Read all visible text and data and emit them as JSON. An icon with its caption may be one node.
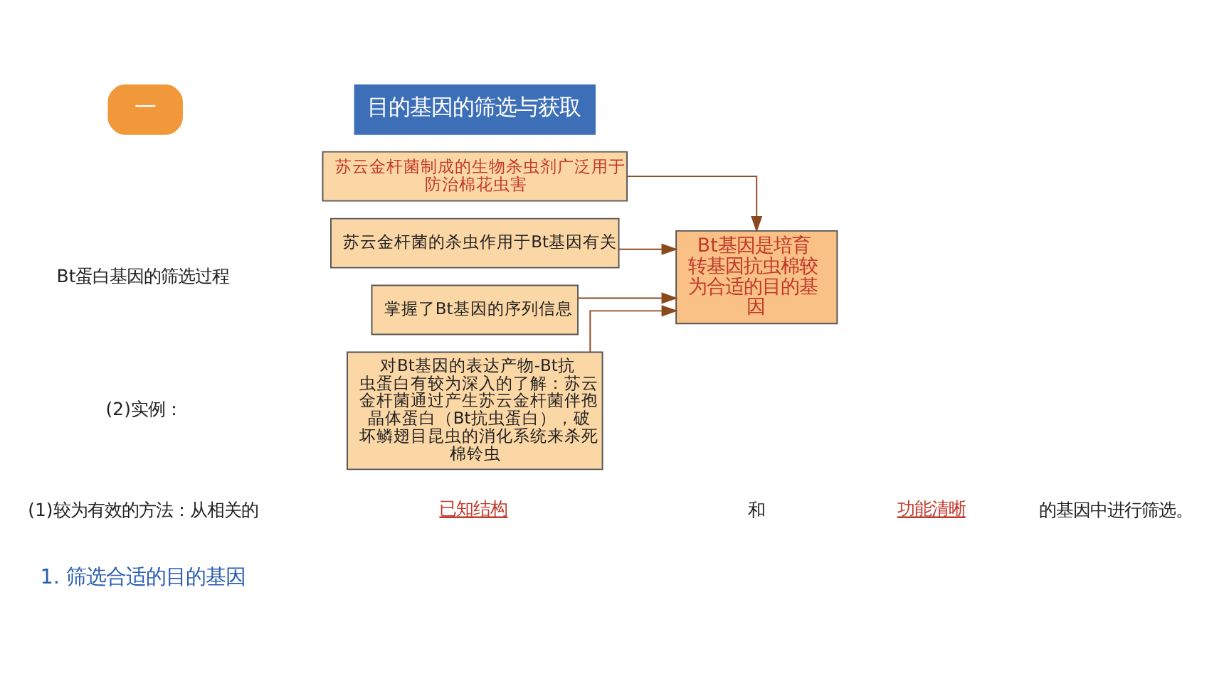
{
  "diagram": {
    "nodes": [
      {
        "text": [
          "一"
        ]
      },
      {
        "text": [
          "目的基因的筛选与获取"
        ]
      },
      {
        "text": [
          "苏云金杆菌制成的生物杀虫剂广泛用于防治棉花虫害"
        ]
      },
      {
        "text": [
          "苏云金杆菌的杀虫作用于Bt基因有关"
        ]
      },
      {
        "text": [
          "掌握了Bt基因的序列信息"
        ]
      },
      {
        "text": [
          "对Bt基因的表达产物-Bt抗虫蛋白有较为深入的了解：苏云金杆菌通过产生苏云金杆菌伴孢晶体蛋白（Bt抗虫蛋白），破坏鳞翅目昆虫的消化系统来杀死棉铃虫"
        ]
      },
      {
        "text": [
          "Bt基因是培育转基因抗虫棉较为合适的目的基因"
        ]
      }
    ],
    "edges": [
      {
        "from": 2,
        "to": 6,
        "arrow": "to"
      },
      {
        "from": 3,
        "to": 6,
        "arrow": "to"
      },
      {
        "from": 4,
        "to": 6,
        "arrow": "to"
      },
      {
        "from": 5,
        "to": 6,
        "arrow": "to"
      }
    ],
    "labels": [
      "1. 筛选合适的目的基因",
      "(1)较为有效的方法：从相关的",
      "已知结构",
      "和",
      "功能清晰",
      "的基因中进行筛选。",
      "(2)实例：",
      "Bt蛋白基因的筛选过程"
    ]
  }
}
